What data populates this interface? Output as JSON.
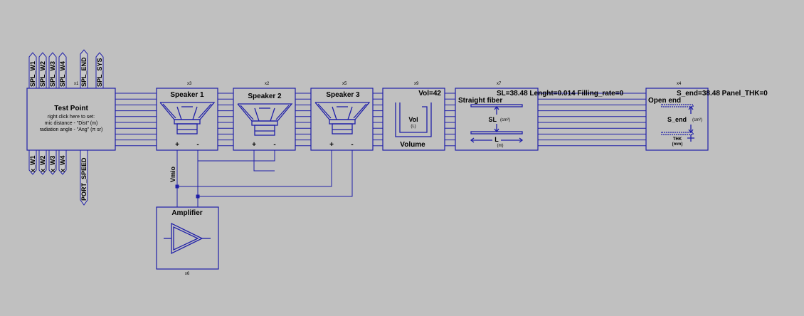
{
  "colors": {
    "background": "#c0c0c0",
    "wire": "#1f1fa8",
    "text": "#000000"
  },
  "top_flags": [
    "SPL_W1",
    "SPL_W2",
    "SPL_W3",
    "SPL_W4"
  ],
  "top_flags_right": [
    "SPL_END",
    "SPL_SYS"
  ],
  "bottom_flags": [
    "x_W1",
    "x_W2",
    "x_W3",
    "x_W4"
  ],
  "bottom_flag_right": "PORT_SPEED",
  "test_point": {
    "refdes": "x1",
    "title": "Test Point",
    "line1": "right click here  to set:",
    "line2": "mic distance - \"Dist\" (m)",
    "line3": "radiation angle - \"Ang\" (π sr)"
  },
  "speakers": [
    {
      "refdes": "x3",
      "title": "Speaker 1",
      "plus": "+",
      "minus": "-",
      "icon": "speaker-icon"
    },
    {
      "refdes": "x2",
      "title": "Speaker 2",
      "plus": "+",
      "minus": "-",
      "icon": "speaker-icon"
    },
    {
      "refdes": "x5",
      "title": "Speaker 3",
      "plus": "+",
      "minus": "-",
      "icon": "speaker-icon"
    }
  ],
  "volume": {
    "refdes": "x9",
    "param": "Vol=42",
    "inner": "Vol",
    "unit": "(L)",
    "title": "Volume"
  },
  "fiber": {
    "refdes": "x7",
    "params": "SL=38.48 Lenght=0.014 Filling_rate=0",
    "title": "Straight fiber",
    "sl_label": "SL",
    "sl_unit": "(cm²)",
    "l_label": "L",
    "l_unit": "(m)"
  },
  "open_end": {
    "refdes": "x4",
    "params": "S_end=38.48 Panel_THK=0",
    "title": "Open end",
    "s_label": "S_end",
    "s_unit": "(cm²)",
    "thk_label": "THK",
    "thk_unit": "(mm)"
  },
  "amplifier": {
    "refdes": "x6",
    "title": "Amplifier",
    "icon": "amplifier-icon"
  },
  "net_label": "Vmio"
}
